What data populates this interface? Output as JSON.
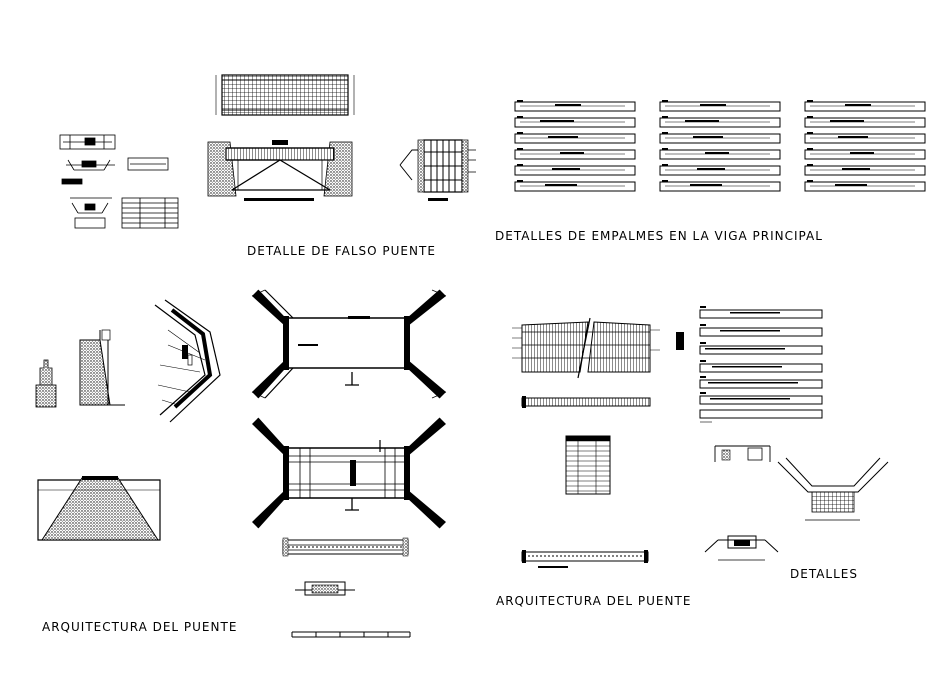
{
  "titles": {
    "falso_puente": "DETALLE DE FALSO PUENTE",
    "empalmes": "DETALLES DE EMPALMES EN LA VIGA PRINCIPAL",
    "arquitectura_left": "ARQUITECTURA DEL PUENTE",
    "arquitectura_right": "ARQUITECTURA DEL PUENTE",
    "detalles": "DETALLES"
  }
}
